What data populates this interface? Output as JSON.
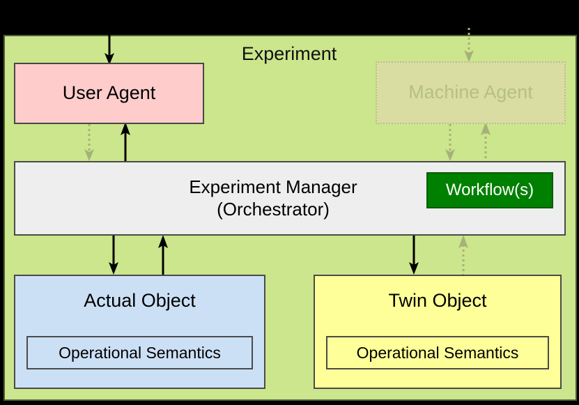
{
  "diagram": {
    "background_color": "#000000",
    "frame": {
      "label": "Experiment",
      "fill": "#cbe68c",
      "stroke": "#4d5f33"
    },
    "nodes": {
      "user_agent": {
        "label": "User Agent",
        "fill": "#ffcccc",
        "stroke": "#474747",
        "state": "active"
      },
      "machine_agent": {
        "label": "Machine Agent",
        "fill": "#d9dda2",
        "stroke": "#b8c089",
        "text_color": "#b6bf84",
        "state": "ghosted"
      },
      "experiment_manager": {
        "label": "Experiment Manager\n(Orchestrator)",
        "fill": "#eeeeee",
        "stroke": "#4a4a4a",
        "state": "active"
      },
      "workflows": {
        "label": "Workflow(s)",
        "fill": "#008000",
        "stroke": "#0a5c0a",
        "text_color": "#ffffff"
      },
      "actual_object": {
        "label": "Actual Object",
        "fill": "#cce0f5",
        "stroke": "#4a4a4a",
        "semantics_label": "Operational Semantics"
      },
      "twin_object": {
        "label": "Twin Object",
        "fill": "#ffff99",
        "stroke": "#4a4a4a",
        "semantics_label": "Operational Semantics"
      }
    },
    "edges": [
      {
        "name": "external-to-user-agent",
        "style": "solid",
        "color": "#000000",
        "direction": "down"
      },
      {
        "name": "external-to-machine-agent",
        "style": "dotted",
        "color": "#a7b07a",
        "direction": "down"
      },
      {
        "name": "user-agent-to-manager",
        "style": "dotted",
        "color": "#a7b07a",
        "direction": "down"
      },
      {
        "name": "manager-to-user-agent",
        "style": "solid",
        "color": "#000000",
        "direction": "up"
      },
      {
        "name": "machine-agent-to-manager",
        "style": "dotted",
        "color": "#a7b07a",
        "direction": "down"
      },
      {
        "name": "manager-to-machine-agent",
        "style": "dotted",
        "color": "#a7b07a",
        "direction": "up"
      },
      {
        "name": "manager-to-actual-object",
        "style": "solid",
        "color": "#000000",
        "direction": "down"
      },
      {
        "name": "actual-object-to-manager",
        "style": "solid",
        "color": "#000000",
        "direction": "up"
      },
      {
        "name": "manager-to-twin-object",
        "style": "solid",
        "color": "#000000",
        "direction": "down"
      },
      {
        "name": "twin-object-to-manager",
        "style": "dotted",
        "color": "#a7b07a",
        "direction": "up"
      }
    ]
  }
}
